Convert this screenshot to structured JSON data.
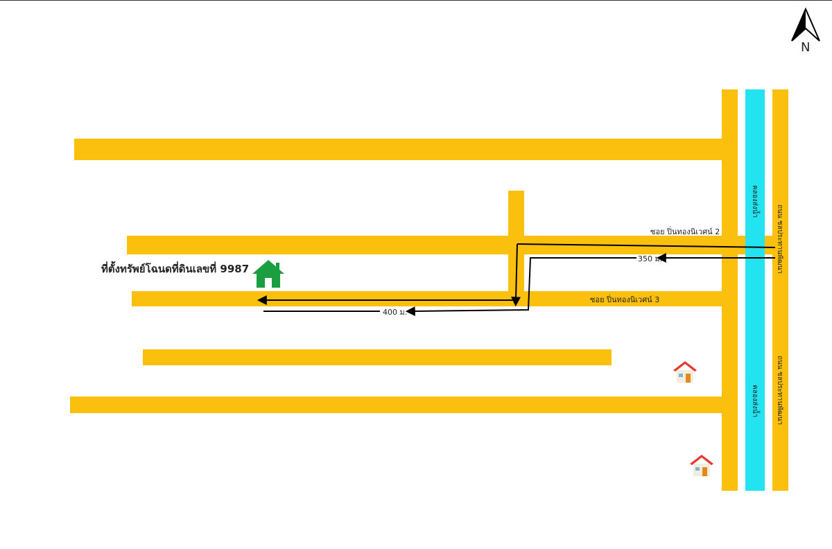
{
  "compass": {
    "letter": "N"
  },
  "roads": {
    "soi2": "ซอย ปิ่นทองนิเวศน์ 2",
    "soi3": "ซอย ปิ่นทองนิเวศน์ 3",
    "main_road_north": "ถนน ชลประทานพัฒนา",
    "main_road_south": "ถนน ชลประทานพัฒนา"
  },
  "canal": {
    "north": "คลองส่งน้ำ",
    "south": "คลองส่งน้ำ"
  },
  "distances": {
    "d350": "350 ม.",
    "d400": "400 ม."
  },
  "property": {
    "label": "ที่ตั้งทรัพย์โฉนดที่ดินเลขที่  9987",
    "icon": "house-icon-green",
    "icon_color": "#1a9e3f"
  },
  "colors": {
    "road": "#fbbf0e",
    "canal": "#22e3ef",
    "route": "#000000"
  }
}
